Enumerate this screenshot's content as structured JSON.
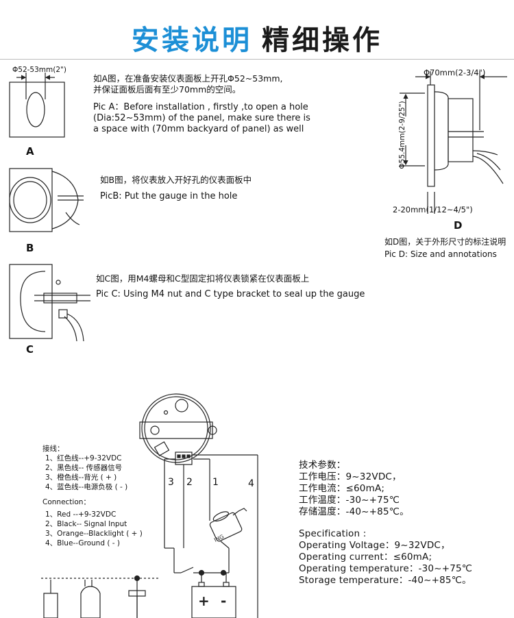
{
  "title": {
    "blue": "安装说明",
    "black": "精细操作"
  },
  "pic_a": {
    "dim": "Φ52-53mm(2\")",
    "cn": [
      "如A图，在准备安装仪表面板上开孔Φ52~53mm,",
      "并保证面板后面有至少70mm的空间。"
    ],
    "en": [
      "Pic A：Before installation , firstly ,to open a hole",
      "(Dia:52~53mm) of the panel, make sure there is",
      "a space with (70mm backyard of panel)  as well"
    ],
    "label": "A"
  },
  "pic_b": {
    "cn": "如B图，将仪表放入开好孔的仪表面板中",
    "en": "PicB: Put the gauge in the hole",
    "label": "B"
  },
  "pic_c": {
    "cn": "如C图，用M4螺母和C型固定扣将仪表锁紧在仪表面板上",
    "en": "Pic C: Using M4 nut and C type bracket to seal up the gauge",
    "label": "C"
  },
  "pic_d": {
    "dim_top": "Φ70mm(2-3/4\")",
    "dim_side_a": "Φ55.4mm(2-9/25\")",
    "dim_bottom": "2-20mm(1/12~4/5\")",
    "label": "D",
    "cn": "如D图，关于外形尺寸的标注说明",
    "en": "Pic D: Size and annotations"
  },
  "wiring": {
    "cn_title": "接线：",
    "cn_items": [
      "1、红色线--+9-32VDC",
      "2、黑色线-- 传感器信号",
      "3、橙色线--背光 ( + )",
      "4、蓝色线--电源负极 ( - )"
    ],
    "en_title": "Connection：",
    "en_items": [
      "1、Red --+9-32VDC",
      "2、Black-- Signal  Input",
      "3、Orange--Blacklight ( + )",
      "4、Blue--Ground ( - )"
    ],
    "pins": [
      "3",
      "2",
      "1",
      "4"
    ],
    "battery": {
      "plus": "+",
      "minus": "-"
    },
    "ignition_text": "ING"
  },
  "specs_cn": {
    "title": "技术参数：",
    "items": [
      "工作电压：9~32VDC，",
      "工作电流：≤60mA;",
      "工作温度：-30~+75℃",
      "存储温度：-40~+85℃。"
    ]
  },
  "specs_en": {
    "title": "Specification :",
    "items": [
      "Operating Voltage：9~32VDC，",
      "Operating current：≤60mA;",
      "Operating temperature：-30~+75℃",
      "Storage temperature：-40~+85℃。"
    ]
  }
}
